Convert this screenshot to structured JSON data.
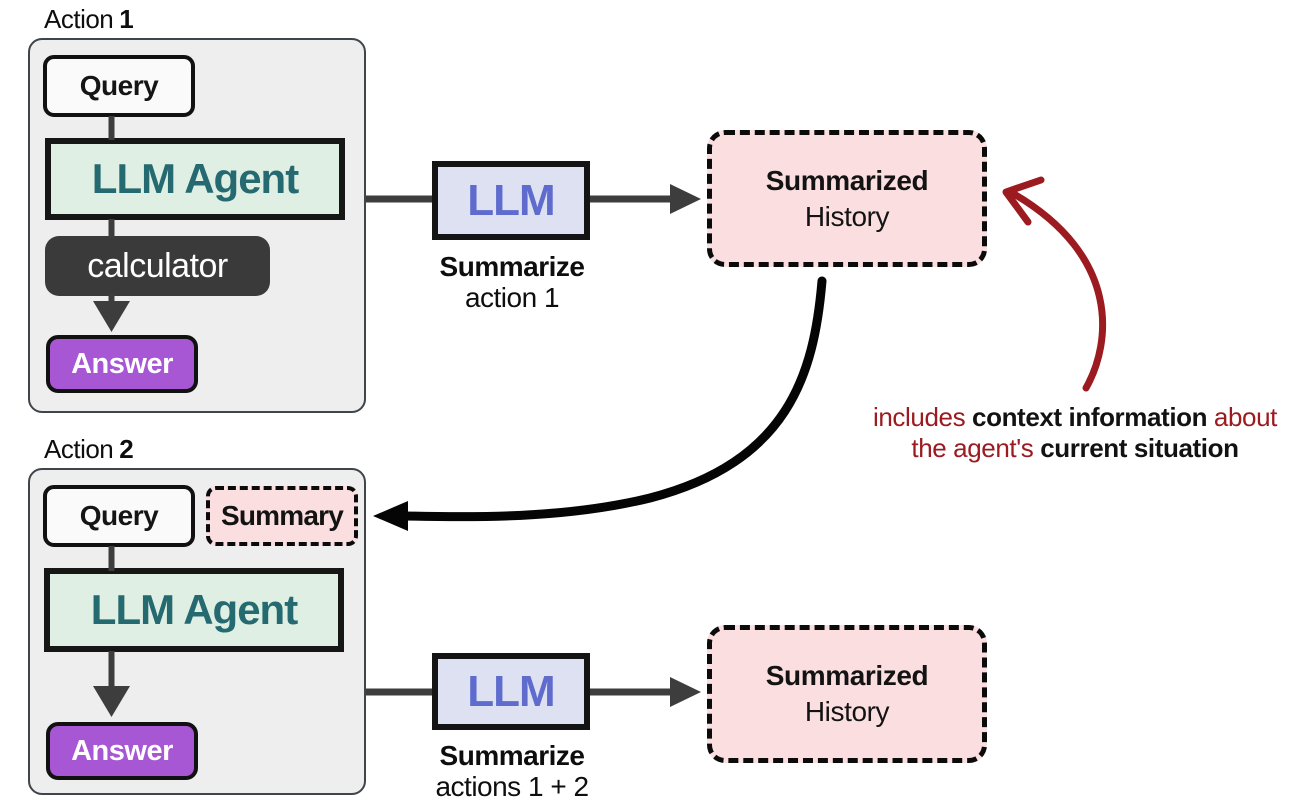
{
  "colors": {
    "container_fill": "#eeeeee",
    "container_border": "#3f454b",
    "agent_fill": "#e0efe3",
    "agent_text": "#256a70",
    "tool_fill": "#3a3a3a",
    "answer_fill": "#a756d4",
    "llm_fill": "#dde1f2",
    "llm_text": "#5f6cce",
    "pink_fill": "#fbdfe0",
    "arrow_gray": "#3d3d3d",
    "arrow_black": "#050505",
    "annotation_red": "#9b1b21"
  },
  "action1": {
    "label_prefix": "Action",
    "label_number": "1",
    "query_label": "Query",
    "agent_label": "LLM Agent",
    "tool_label": "calculator",
    "answer_label": "Answer"
  },
  "llm1": {
    "label": "LLM"
  },
  "summarize1": {
    "line1": "Summarize",
    "line2": "action 1"
  },
  "summarized_history1": {
    "line1": "Summarized",
    "line2": "History"
  },
  "annotation": {
    "seg1": "includes ",
    "seg2": "context information",
    "seg3": " about",
    "seg4": "the agent's ",
    "seg5": "current situation"
  },
  "action2": {
    "label_prefix": "Action",
    "label_number": "2",
    "query_label": "Query",
    "summary_label": "Summary",
    "agent_label": "LLM Agent",
    "answer_label": "Answer"
  },
  "llm2": {
    "label": "LLM"
  },
  "summarize2": {
    "line1": "Summarize",
    "line2": "actions 1 + 2"
  },
  "summarized_history2": {
    "line1": "Summarized",
    "line2": "History"
  }
}
